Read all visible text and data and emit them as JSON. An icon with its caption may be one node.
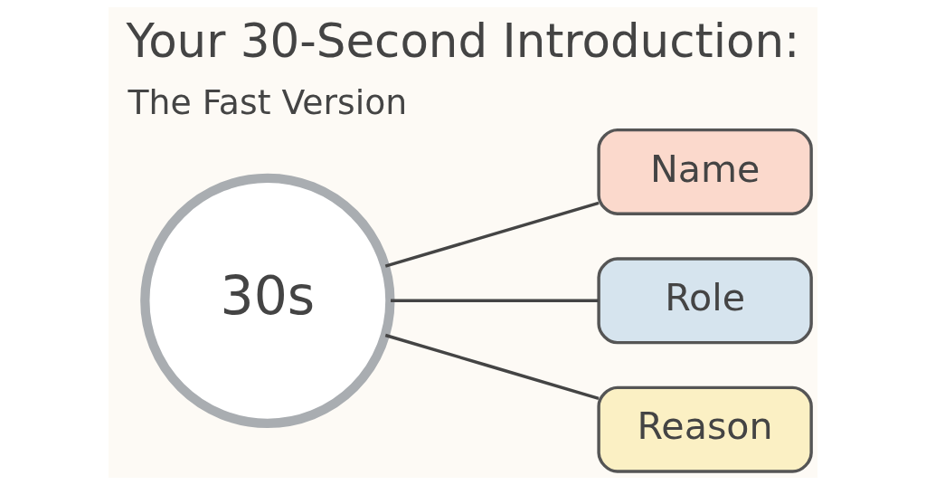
{
  "diagram": {
    "title": "Your 30-Second Introduction:",
    "nodes": [
      {
        "text": [
          "30s"
        ]
      },
      {
        "text": [
          "Name"
        ]
      },
      {
        "text": [
          "Role"
        ]
      },
      {
        "text": [
          "Reason"
        ]
      }
    ],
    "edges": [
      {
        "from": 0,
        "to": 1,
        "arrow": "none"
      },
      {
        "from": 0,
        "to": 2,
        "arrow": "none"
      },
      {
        "from": 0,
        "to": 3,
        "arrow": "none"
      }
    ],
    "labels": [
      "The Fast Version"
    ]
  }
}
